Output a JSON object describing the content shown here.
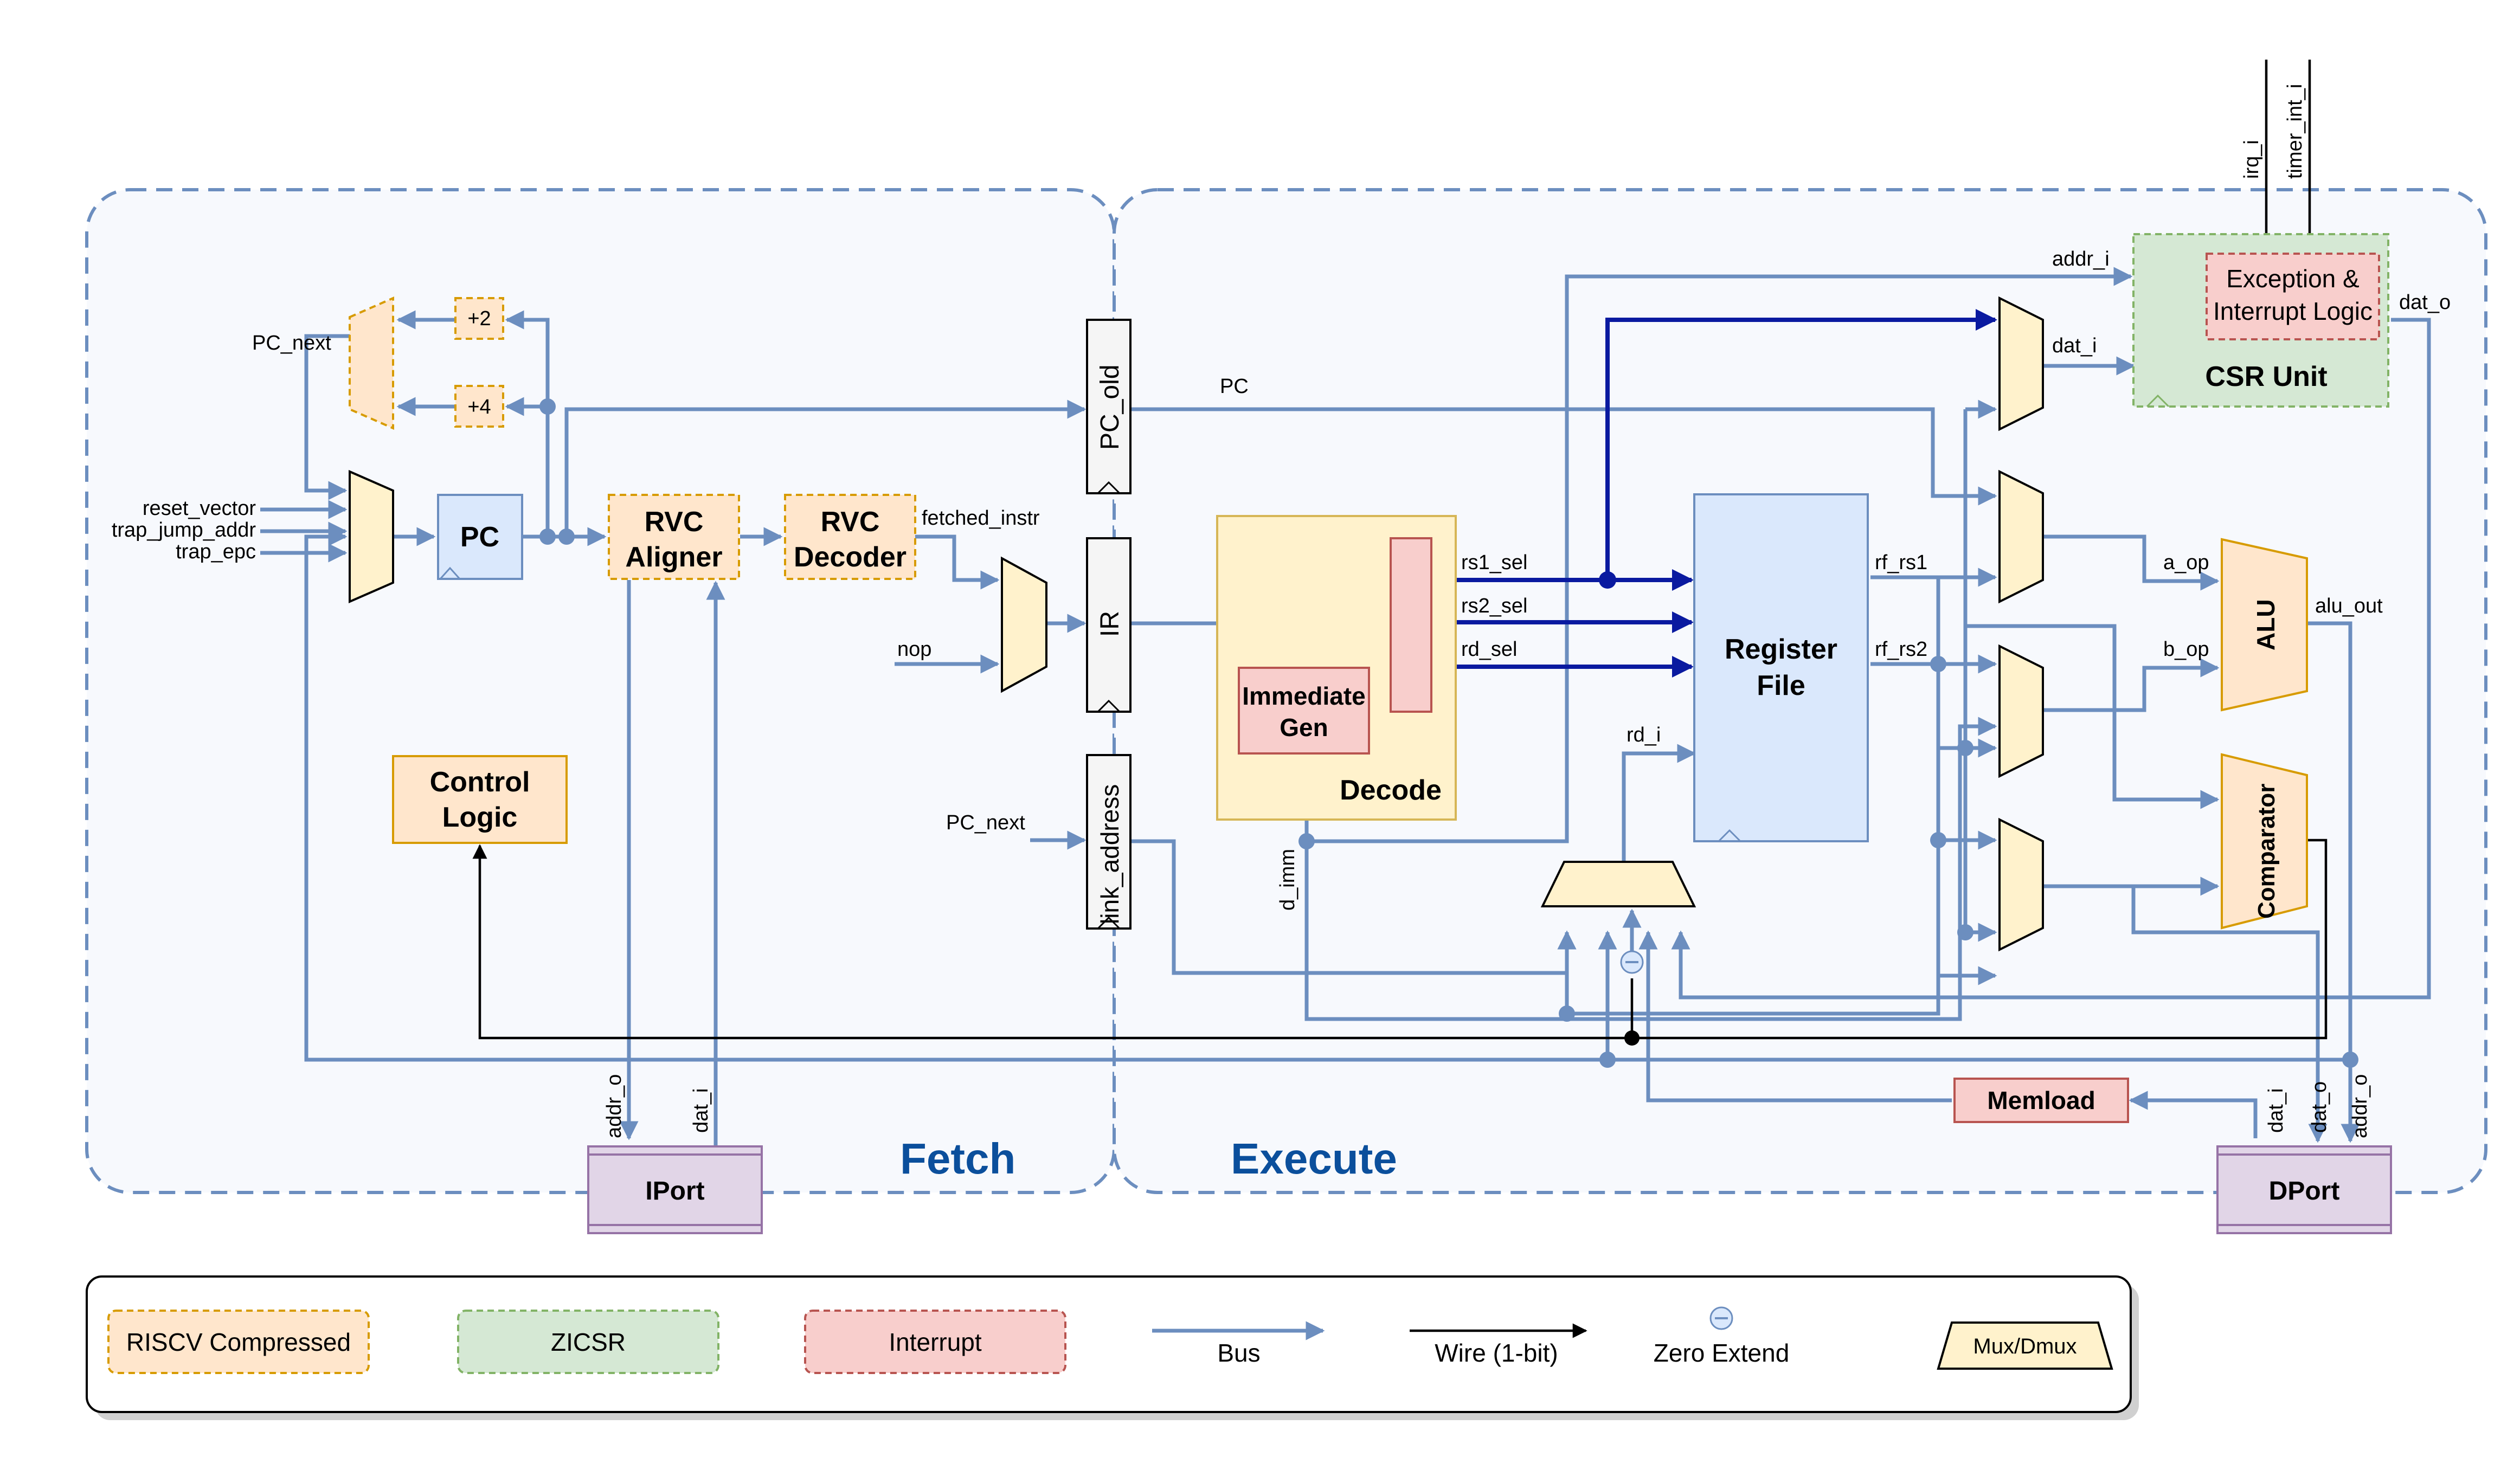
{
  "stages": {
    "fetch": "Fetch",
    "execute": "Execute"
  },
  "blocks": {
    "pc": "PC",
    "plus2": "+2",
    "plus4": "+4",
    "rvc_aligner": [
      "RVC",
      "Aligner"
    ],
    "rvc_decoder": [
      "RVC",
      "Decoder"
    ],
    "control_logic": [
      "Control",
      "Logic"
    ],
    "iport": "IPort",
    "dport": "DPort",
    "pc_old": "PC_old",
    "ir": "IR",
    "link_address": "link_address",
    "decode": "Decode",
    "immediate_gen": [
      "Immediate",
      "Gen"
    ],
    "register_file": [
      "Register",
      "File"
    ],
    "exception_logic": [
      "Exception &",
      "Interrupt Logic"
    ],
    "csr_unit": "CSR Unit",
    "alu": "ALU",
    "comparator": "Comparator",
    "memload": "Memload"
  },
  "signals": {
    "pc_next": "PC_next",
    "reset_vector": "reset_vector",
    "trap_jump_addr": "trap_jump_addr",
    "trap_epc": "trap_epc",
    "fetched_instr": "fetched_instr",
    "nop": "nop",
    "pc": "PC",
    "pc_next_link": "PC_next",
    "rs1_sel": "rs1_sel",
    "rs2_sel": "rs2_sel",
    "rd_sel": "rd_sel",
    "rd_i": "rd_i",
    "rf_rs1": "rf_rs1",
    "rf_rs2": "rf_rs2",
    "a_op": "a_op",
    "b_op": "b_op",
    "alu_out": "alu_out",
    "addr_i": "addr_i",
    "dat_i_csr": "dat_i",
    "dat_o_csr": "dat_o",
    "irq_i": "irq_i",
    "timer_int_i": "timer_int_i",
    "d_imm": "d_imm",
    "addr_o_iport": "addr_o",
    "dat_i_iport": "dat_i",
    "dat_i_dport": "dat_i",
    "dat_o_dport": "dat_o",
    "addr_o_dport": "addr_o"
  },
  "legend": {
    "riscv_compressed": "RISCV Compressed",
    "zicsr": "ZICSR",
    "interrupt": "Interrupt",
    "bus": "Bus",
    "wire": "Wire (1-bit)",
    "zero_extend": "Zero Extend",
    "mux": "Mux/Dmux"
  },
  "colors": {
    "bus": "#6c8ebf",
    "bus_dark": "#0a1aa0",
    "stage_title": "#0b4f9c",
    "orange_fill": "#ffe6cc",
    "orange_stroke": "#d79b00",
    "green_fill": "#d5e8d4",
    "green_stroke": "#82b366",
    "red_fill": "#f8cecc",
    "red_stroke": "#b85450",
    "blue_fill": "#dae8fc",
    "purple_fill": "#e1d5e7",
    "purple_stroke": "#9673a6",
    "yellow_fill": "#fff2cc"
  }
}
